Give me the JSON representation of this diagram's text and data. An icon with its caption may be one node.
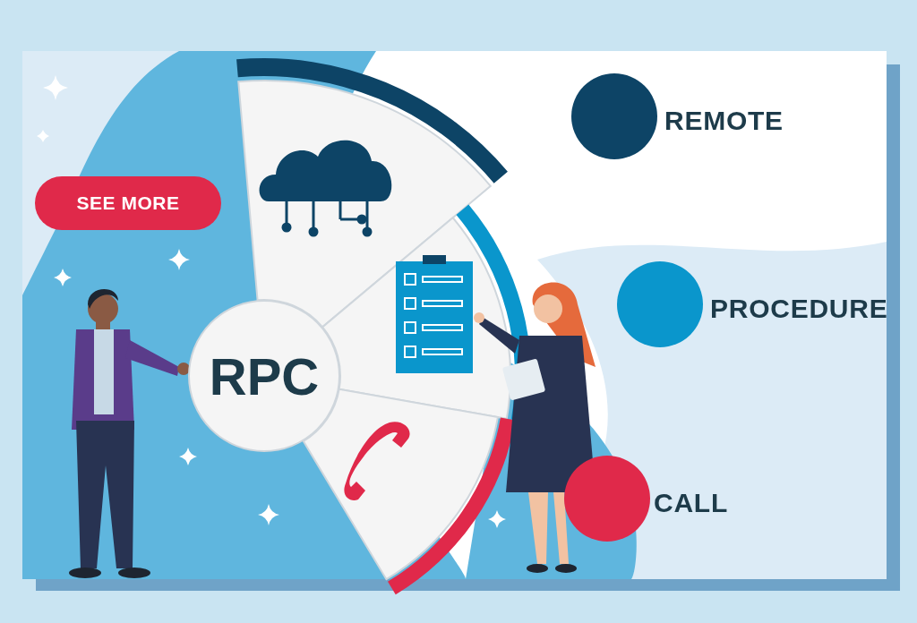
{
  "diagram": {
    "nodes": [
      {
        "text": [
          "RPC"
        ]
      },
      {
        "text": [],
        "shape": "circle",
        "beside": [
          "REMOTE"
        ]
      },
      {
        "text": [],
        "shape": "circle",
        "beside": [
          "PROCEDURE"
        ]
      },
      {
        "text": [],
        "shape": "circle",
        "beside": [
          "CALL"
        ]
      }
    ],
    "labels": [
      "SEE MORE"
    ]
  }
}
